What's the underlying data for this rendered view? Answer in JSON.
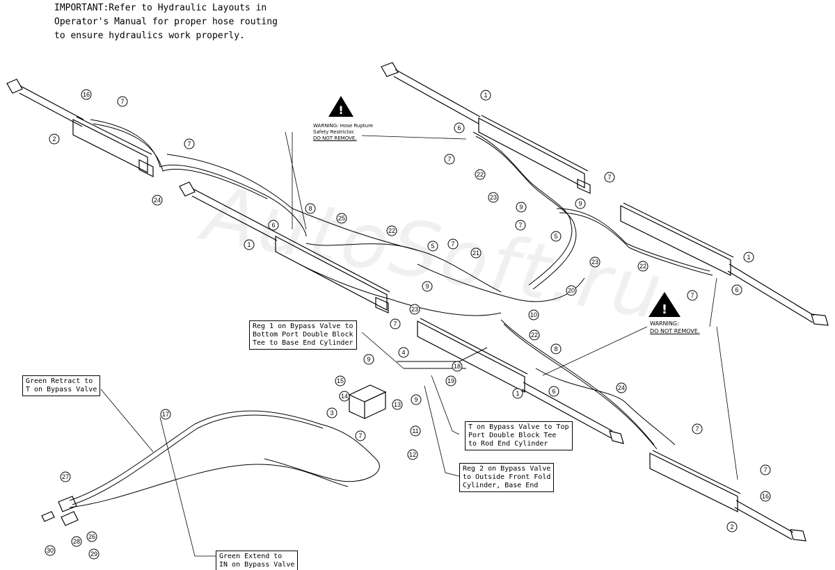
{
  "important_note": [
    "IMPORTANT:Refer to Hydraulic Layouts in",
    "Operator's Manual for proper hose routing",
    "to ensure hydraulics work properly."
  ],
  "watermark": "AutoSoft.ru",
  "warning_left": {
    "line1": "WARNING: Hose Rupture",
    "line2": "Safety Restrictor.",
    "line3": "DO NOT REMOVE."
  },
  "warning_right": {
    "line1": "WARNING:",
    "line2": "DO NOT REMOVE."
  },
  "callouts": {
    "reg1": [
      "Reg 1 on Bypass Valve to",
      "Bottom Port Double Block",
      "Tee to Base End Cylinder"
    ],
    "green_retract": [
      "Green Retract to",
      "T on Bypass Valve"
    ],
    "t_bypass": [
      "T on Bypass Valve to Top",
      "Port Double Block Tee",
      "to Rod End Cylinder"
    ],
    "reg2": [
      "Reg 2 on Bypass Valve",
      "to Outside Front Fold",
      "Cylinder, Base End"
    ],
    "green_extend": [
      "Green Extend to",
      "IN on Bypass Valve"
    ]
  },
  "balloons": [
    "16",
    "7",
    "2",
    "7",
    "24",
    "8",
    "25",
    "6",
    "1",
    "22",
    "5",
    "7",
    "21",
    "9",
    "23",
    "7",
    "20",
    "10",
    "22",
    "8",
    "6",
    "1",
    "4",
    "9",
    "18",
    "19",
    "15",
    "14",
    "3",
    "13",
    "9",
    "7",
    "11",
    "12",
    "17",
    "27",
    "26",
    "28",
    "29",
    "30",
    "1",
    "6",
    "7",
    "22",
    "23",
    "9",
    "9",
    "7",
    "5",
    "7",
    "1",
    "23",
    "22",
    "7",
    "6",
    "7",
    "7",
    "16",
    "2",
    "24"
  ],
  "colors": {
    "ink": "#000000",
    "paper": "#ffffff"
  }
}
